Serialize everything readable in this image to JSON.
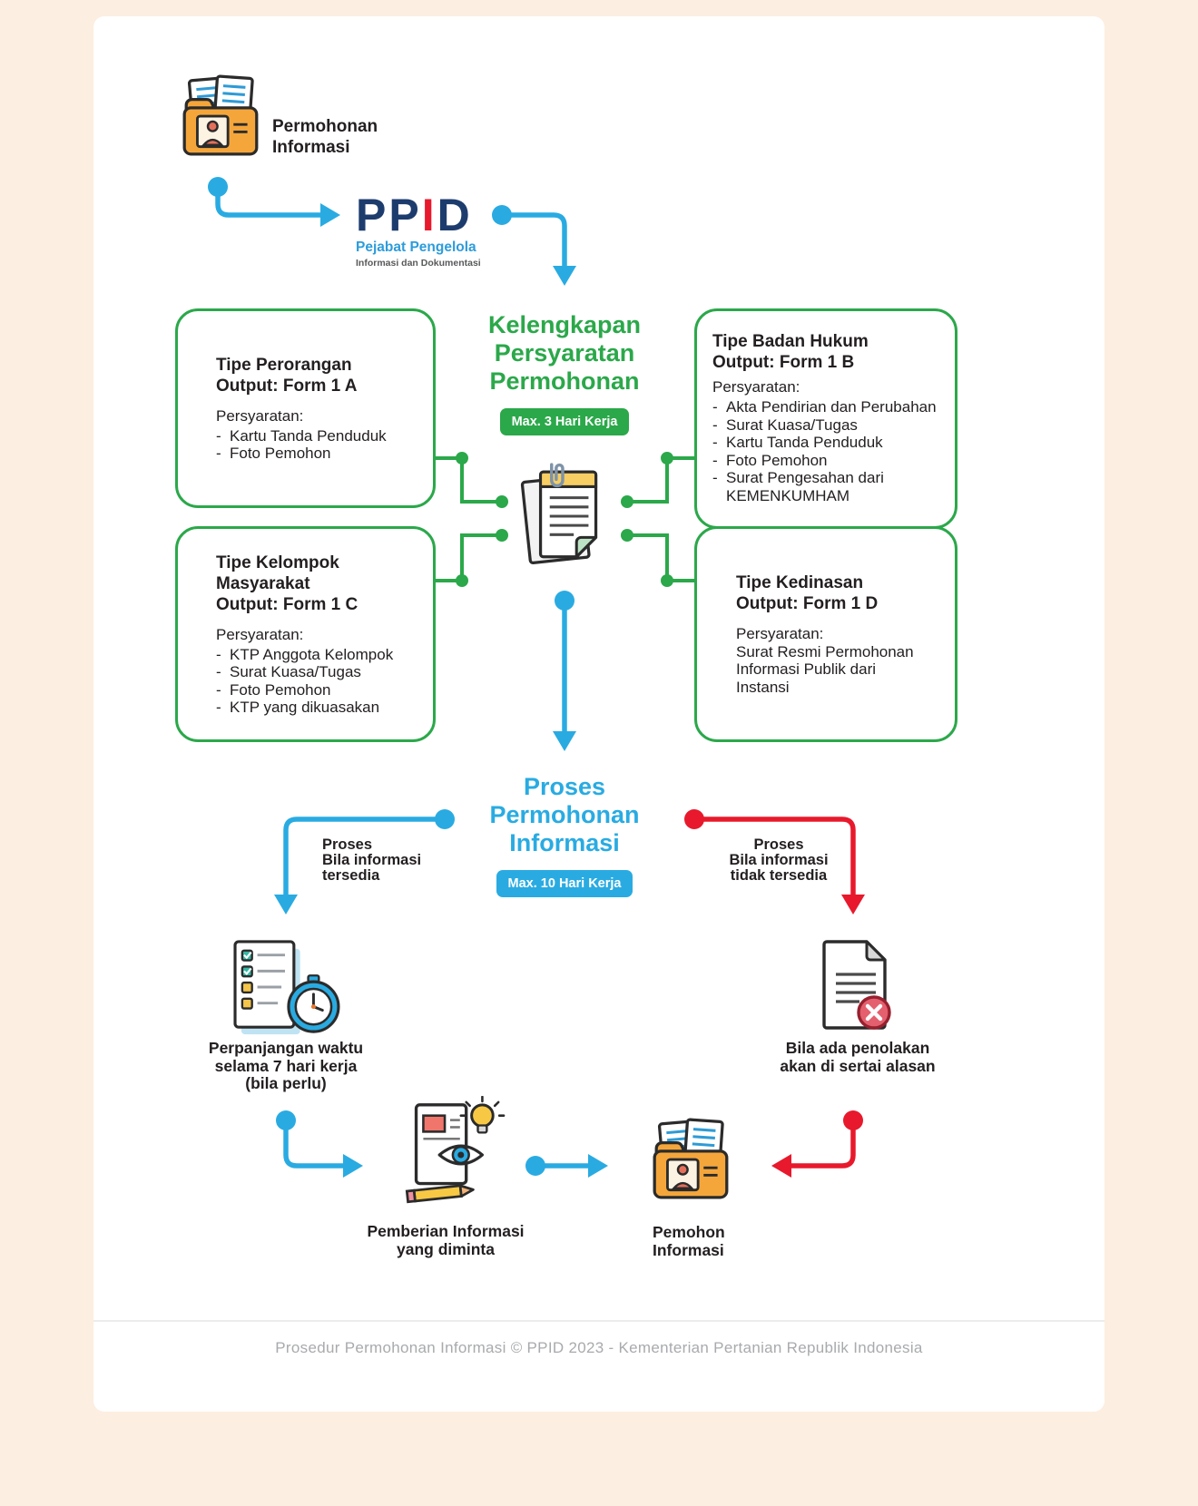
{
  "colors": {
    "green": "#2BA84A",
    "blue": "#29ABE2",
    "red": "#E8192C",
    "navy": "#1D3C6E",
    "background": "#FCEEE0",
    "card": "#FFFFFF"
  },
  "icons": {
    "start": "folder-documents-icon",
    "center": "document-stack-paperclip-icon",
    "extension": "checklist-clock-icon",
    "rejection": "document-rejected-icon",
    "delivery": "document-review-icon",
    "applicant": "folder-documents-icon"
  },
  "nodes": {
    "start": "Permohonan\nInformasi",
    "applicant": "Pemohon\nInformasi"
  },
  "logo": {
    "p1": "PP",
    "p2": "I",
    "p3": "D",
    "sub1": "Pejabat Pengelola",
    "sub2": "Informasi dan Dokumentasi"
  },
  "stage_requirements": {
    "title": "Kelengkapan\nPersyaratan\nPermohonan",
    "badge": "Max. 3 Hari Kerja"
  },
  "types": [
    {
      "title": "Tipe Perorangan\nOutput: Form 1 A",
      "label": "Persyaratan:",
      "items": [
        "Kartu Tanda Penduduk",
        "Foto Pemohon"
      ]
    },
    {
      "title": "Tipe Badan Hukum\nOutput: Form 1 B",
      "label": "Persyaratan:",
      "items": [
        "Akta Pendirian dan Perubahan",
        "Surat Kuasa/Tugas",
        "Kartu Tanda Penduduk",
        "Foto Pemohon",
        "Surat Pengesahan dari\nKEMENKUMHAM"
      ]
    },
    {
      "title": "Tipe Kelompok\nMasyarakat\nOutput: Form 1 C",
      "label": "Persyaratan:",
      "items": [
        "KTP Anggota Kelompok",
        "Surat Kuasa/Tugas",
        "Foto Pemohon",
        "KTP yang dikuasakan"
      ]
    },
    {
      "title": "Tipe Kedinasan\nOutput: Form 1 D",
      "label": "Persyaratan:",
      "body": "Surat Resmi Permohonan\nInformasi Publik dari\nInstansi"
    }
  ],
  "stage_process": {
    "title": "Proses\nPermohonan\nInformasi",
    "badge": "Max. 10 Hari Kerja"
  },
  "branch_available": {
    "label": "Proses\nBila informasi\ntersedia",
    "step_extension": "Perpanjangan waktu\nselama 7 hari kerja\n(bila perlu)",
    "step_delivery": "Pemberian Informasi\nyang diminta"
  },
  "branch_unavailable": {
    "label": "Proses\nBila informasi\ntidak tersedia",
    "step_rejection": "Bila ada penolakan\nakan di sertai alasan"
  },
  "footer": "Prosedur Permohonan Informasi © PPID 2023 - Kementerian Pertanian Republik Indonesia"
}
